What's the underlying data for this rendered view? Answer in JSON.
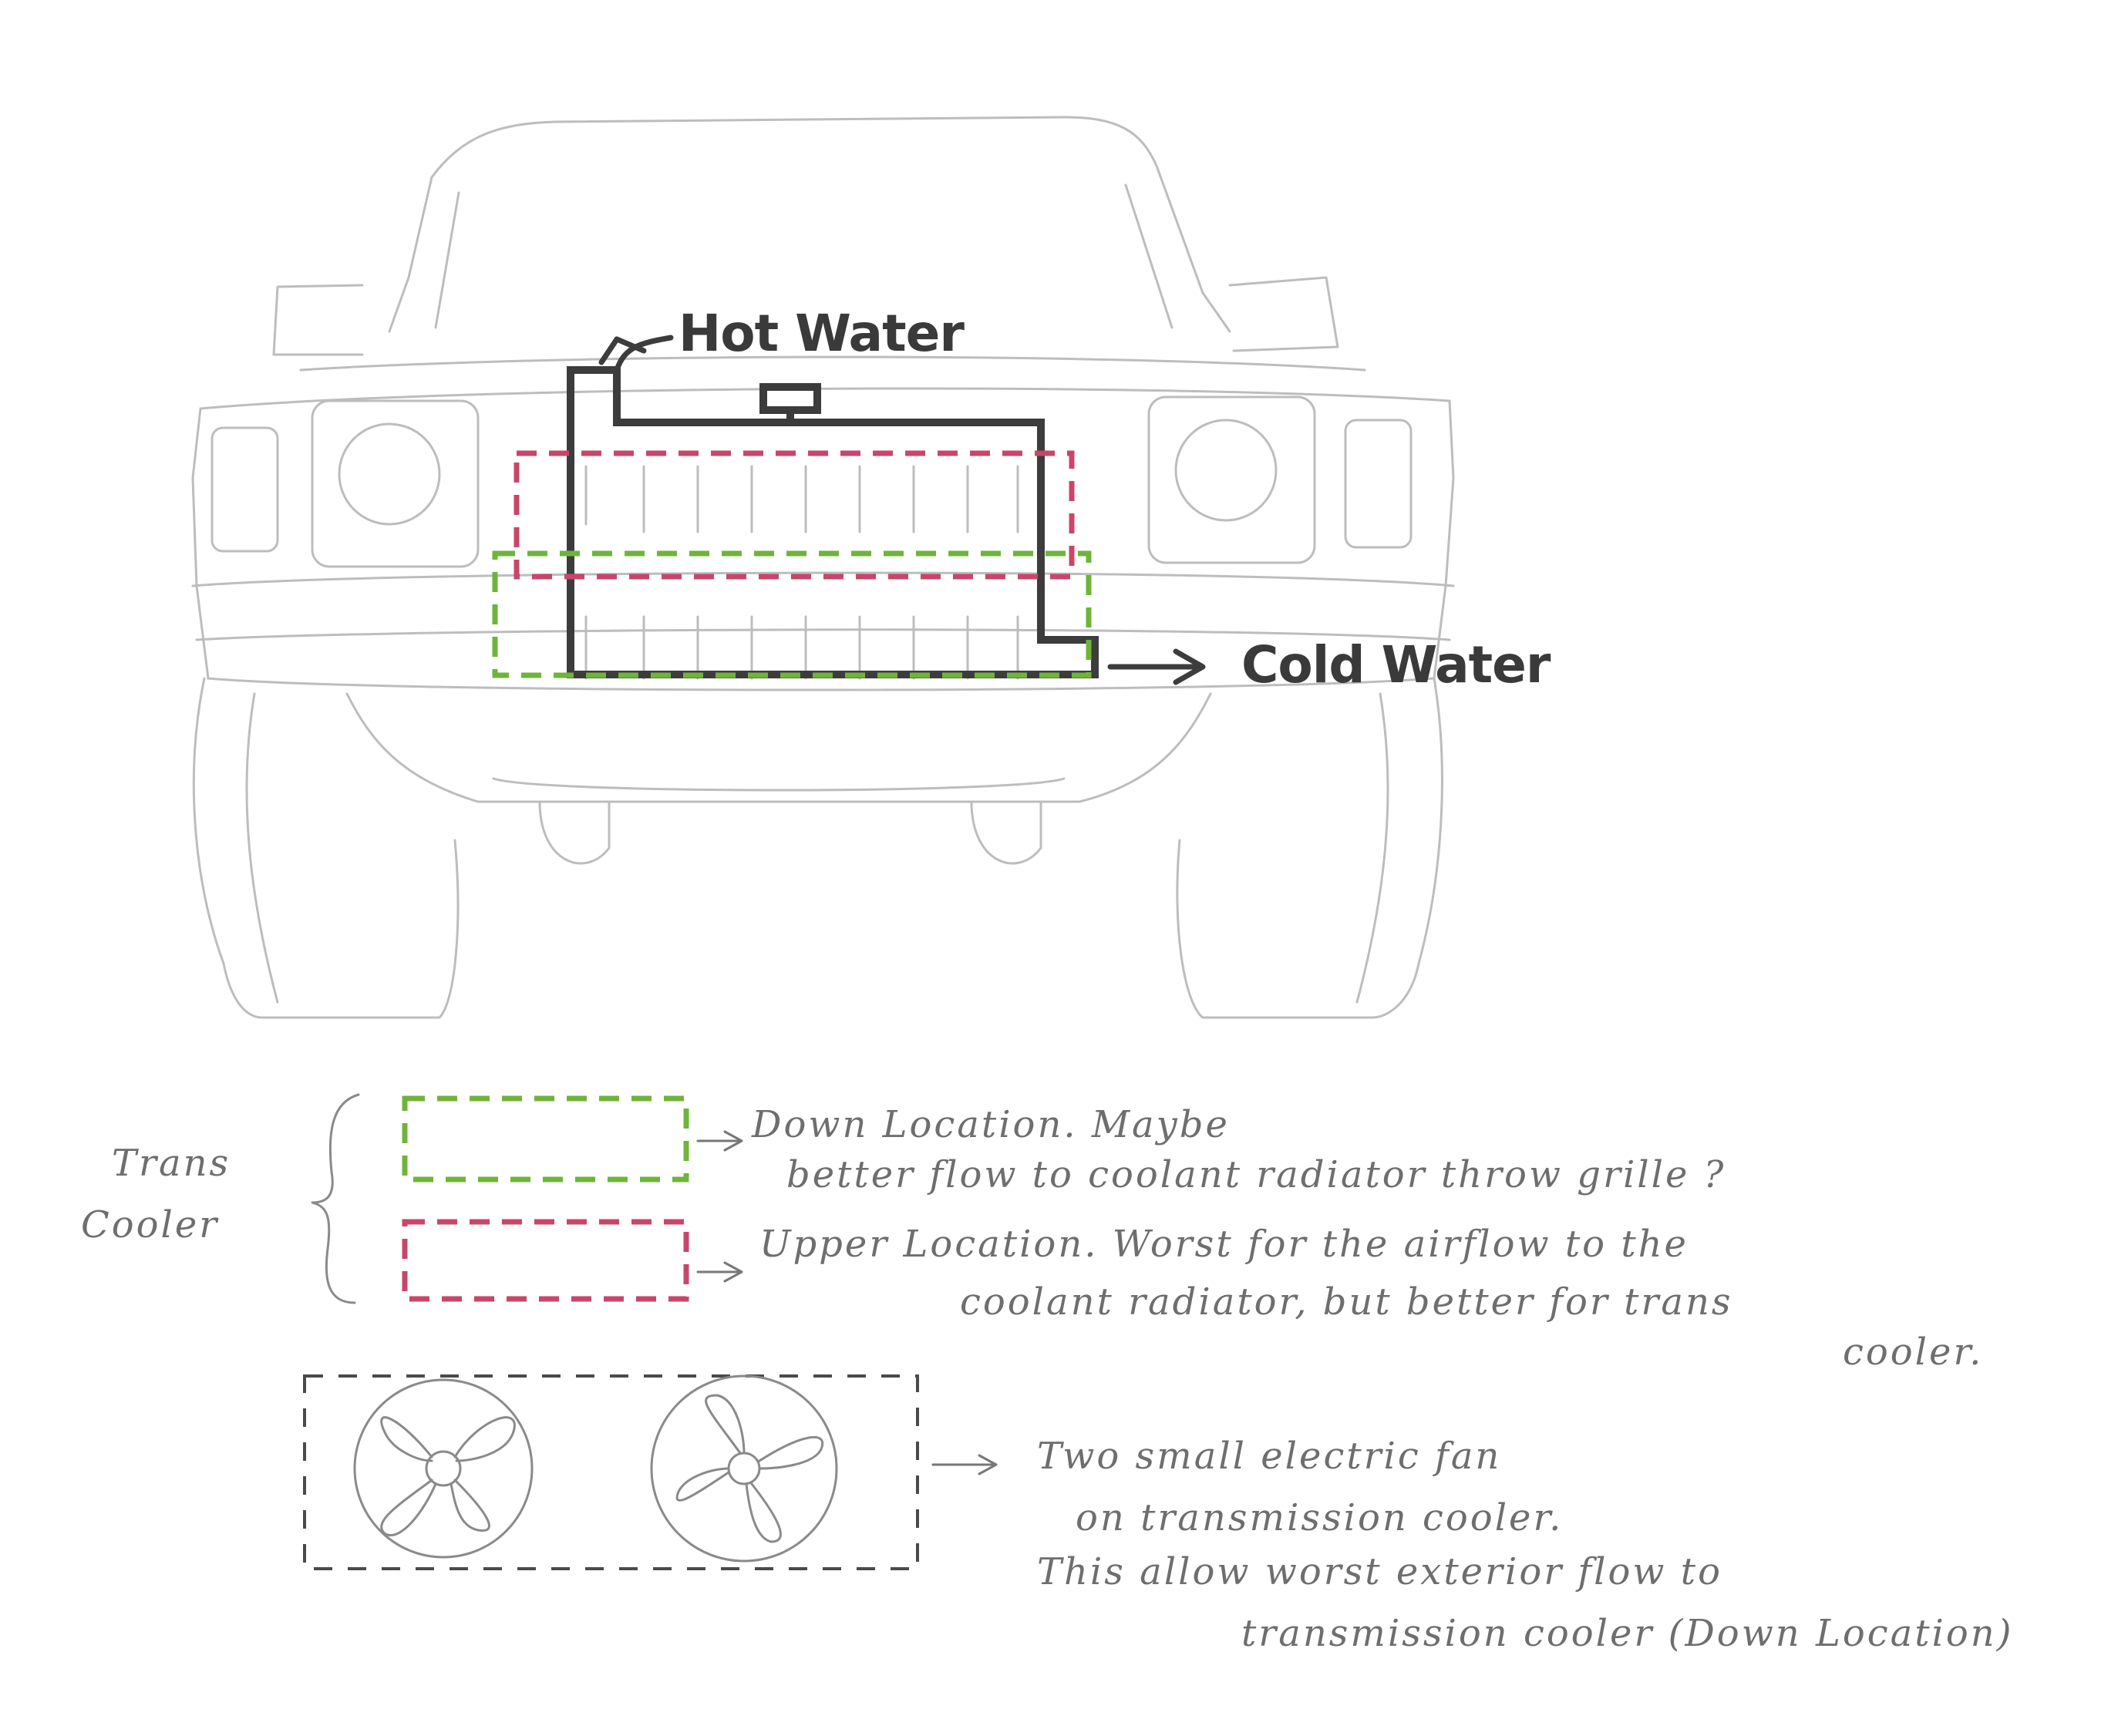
{
  "labels": {
    "hot_water": "Hot Water",
    "cold_water": "Cold Water",
    "trans_cooler_line1": "Trans",
    "trans_cooler_line2": "Cooler",
    "down_location_line1": "Down Location. Maybe",
    "down_location_line2": "better flow to coolant radiator throw grille ?",
    "upper_location_line1": "Upper Location. Worst for the airflow to the",
    "upper_location_line2": "coolant radiator, but better for trans",
    "upper_location_line3": "cooler.",
    "fans_line1": "Two small electric fan",
    "fans_line2": "on transmission cooler.",
    "fans_line3": "This allow worst exterior flow to",
    "fans_line4": "transmission cooler (Down Location)"
  },
  "colors": {
    "radiator": "#3c3c3c",
    "down_location_outline": "#6fb43a",
    "upper_location_outline": "#c8466a",
    "fan_box_outline": "#4a4a4a",
    "pencil_sketch": "#bdbdbd",
    "text": "#6e6e6e"
  },
  "icons": {
    "vehicle": "truck-front-sketch",
    "radiator": "radiator-outline",
    "fan": "electric-fan-icon"
  }
}
